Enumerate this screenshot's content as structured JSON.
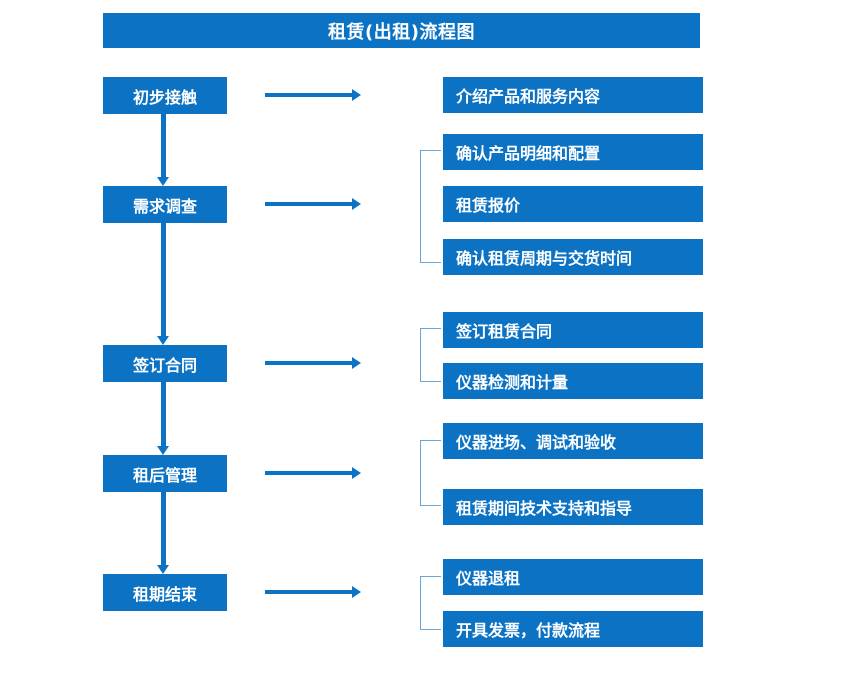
{
  "diagram": {
    "title": "租赁(出租)流程图",
    "theme": {
      "box_fill": "#0b72c4",
      "box_text": "#ffffff",
      "arrow_color": "#0b72c4",
      "bracket_color": "#6aa7d8",
      "background": "#ffffff"
    },
    "stages": [
      {
        "label": "初步接触"
      },
      {
        "label": "需求调查"
      },
      {
        "label": "签订合同"
      },
      {
        "label": "租后管理"
      },
      {
        "label": "租期结束"
      }
    ],
    "detail_groups": [
      {
        "stage": "初步接触",
        "bracketed": false,
        "items": [
          {
            "label": "介绍产品和服务内容"
          }
        ]
      },
      {
        "stage": "需求调查",
        "bracketed": true,
        "items": [
          {
            "label": "确认产品明细和配置"
          },
          {
            "label": "租赁报价"
          },
          {
            "label": "确认租赁周期与交货时间"
          }
        ]
      },
      {
        "stage": "签订合同",
        "bracketed": true,
        "items": [
          {
            "label": "签订租赁合同"
          },
          {
            "label": "仪器检测和计量"
          }
        ]
      },
      {
        "stage": "租后管理",
        "bracketed": true,
        "items": [
          {
            "label": "仪器进场、调试和验收"
          },
          {
            "label": "租赁期间技术支持和指导"
          }
        ]
      },
      {
        "stage": "租期结束",
        "bracketed": true,
        "items": [
          {
            "label": "仪器退租"
          },
          {
            "label": "开具发票，付款流程"
          }
        ]
      }
    ]
  }
}
